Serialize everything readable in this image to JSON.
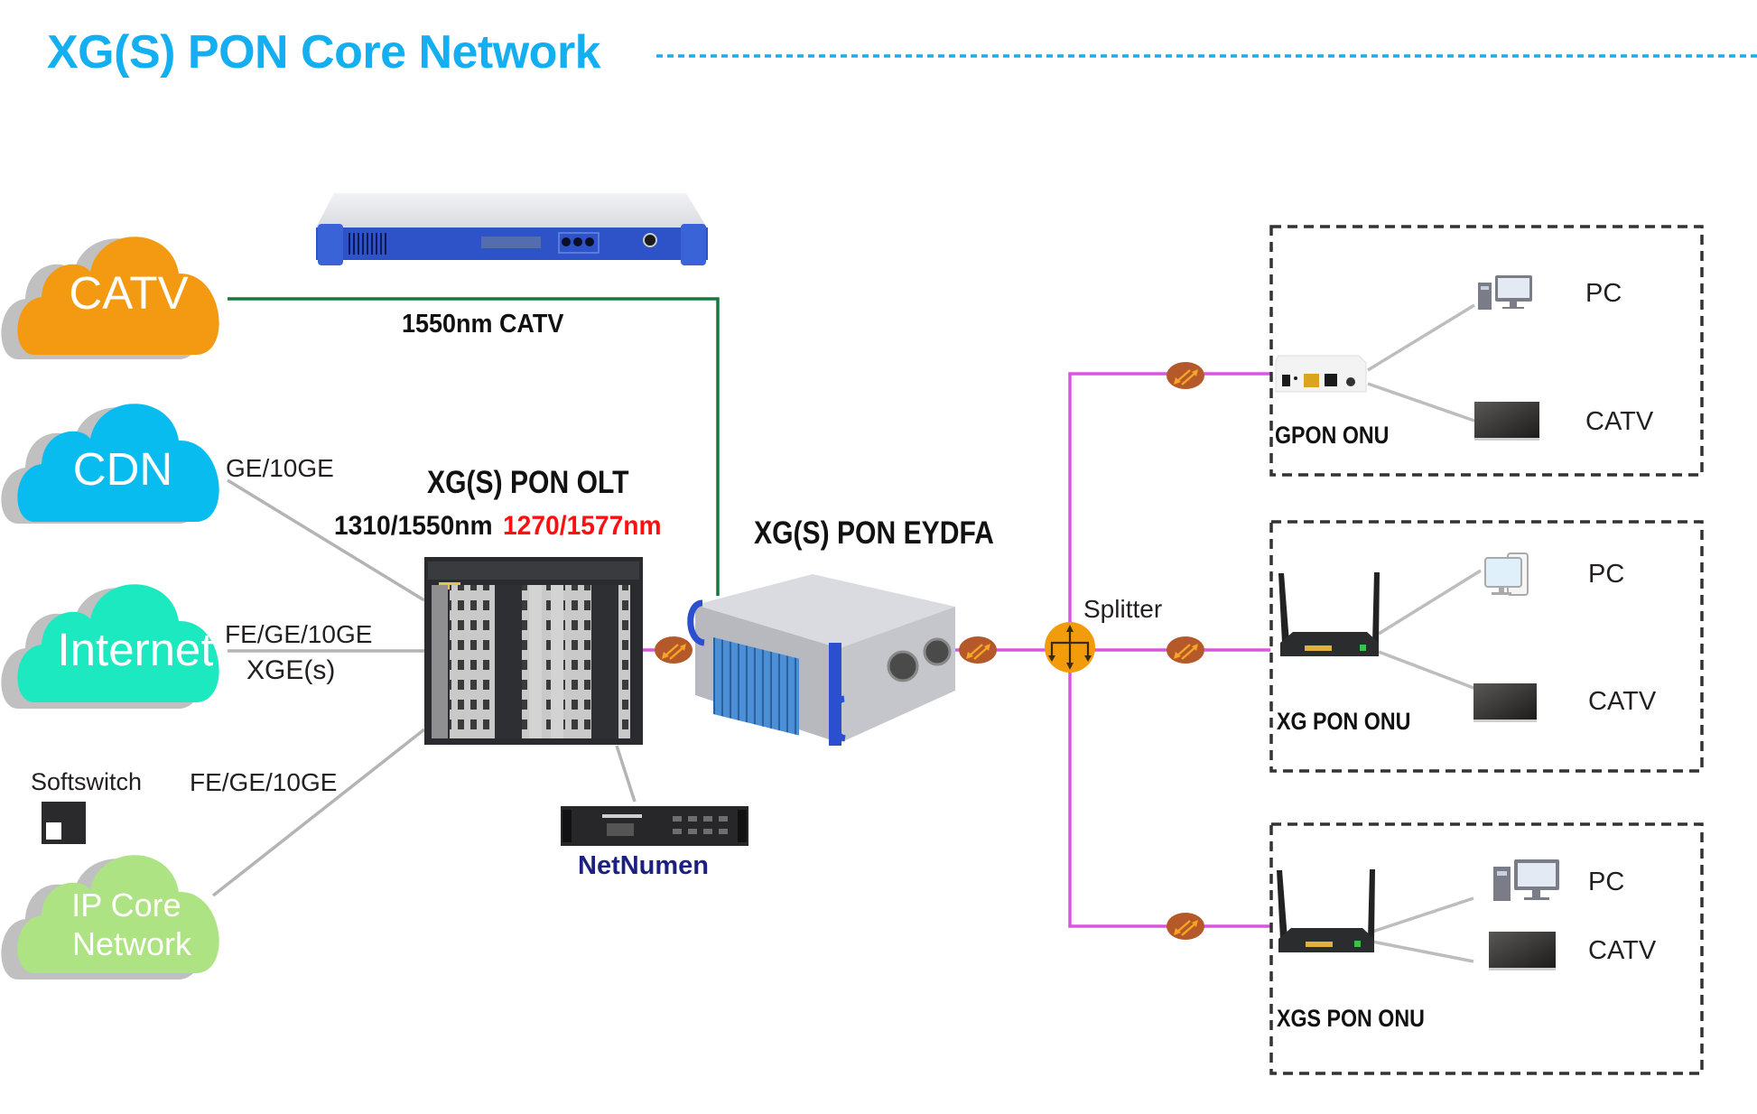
{
  "title": "XG(S) PON Core Network",
  "colors": {
    "title": "#14aff0",
    "catv_line": "#147a3c",
    "pon_fiber": "#d957e0",
    "ethernet_line": "#b4b4b4",
    "wavelength_highlight": "#ff1010",
    "netnumen": "#1c2180",
    "connector": "#b5592a",
    "splitter": "#f29c0b"
  },
  "clouds": [
    {
      "id": "catv",
      "label": "CATV",
      "color": "#f39a12"
    },
    {
      "id": "cdn",
      "label": "CDN",
      "color": "#09bcef"
    },
    {
      "id": "internet",
      "label": "Internet",
      "color": "#1de9c0"
    },
    {
      "id": "ipcore",
      "label": "IP Core Network",
      "label_line1": "IP Core",
      "label_line2": "Network",
      "color": "#aee383"
    }
  ],
  "links": {
    "catv_fiber": "1550nm CATV",
    "cdn": "GE/10GE",
    "internet_1": "FE/GE/10GE",
    "internet_2": "XGE(s)",
    "ipcore": "FE/GE/10GE"
  },
  "softswitch": {
    "label": "Softswitch"
  },
  "olt": {
    "title": "XG(S) PON OLT",
    "wavelengths_black": "1310/1550nm",
    "wavelengths_red": "1270/1577nm"
  },
  "edfa": {
    "title": "XG(S) PON EYDFA"
  },
  "nms": {
    "label": "NetNumen"
  },
  "splitter": {
    "label": "Splitter"
  },
  "onu_groups": [
    {
      "name": "GPON ONU",
      "devices": [
        {
          "type": "pc",
          "label": "PC"
        },
        {
          "type": "tv",
          "label": "CATV"
        }
      ]
    },
    {
      "name": "XG PON ONU",
      "devices": [
        {
          "type": "pc",
          "label": "PC"
        },
        {
          "type": "tv",
          "label": "CATV"
        }
      ]
    },
    {
      "name": "XGS PON ONU",
      "devices": [
        {
          "type": "pc",
          "label": "PC"
        },
        {
          "type": "tv",
          "label": "CATV"
        }
      ]
    }
  ]
}
